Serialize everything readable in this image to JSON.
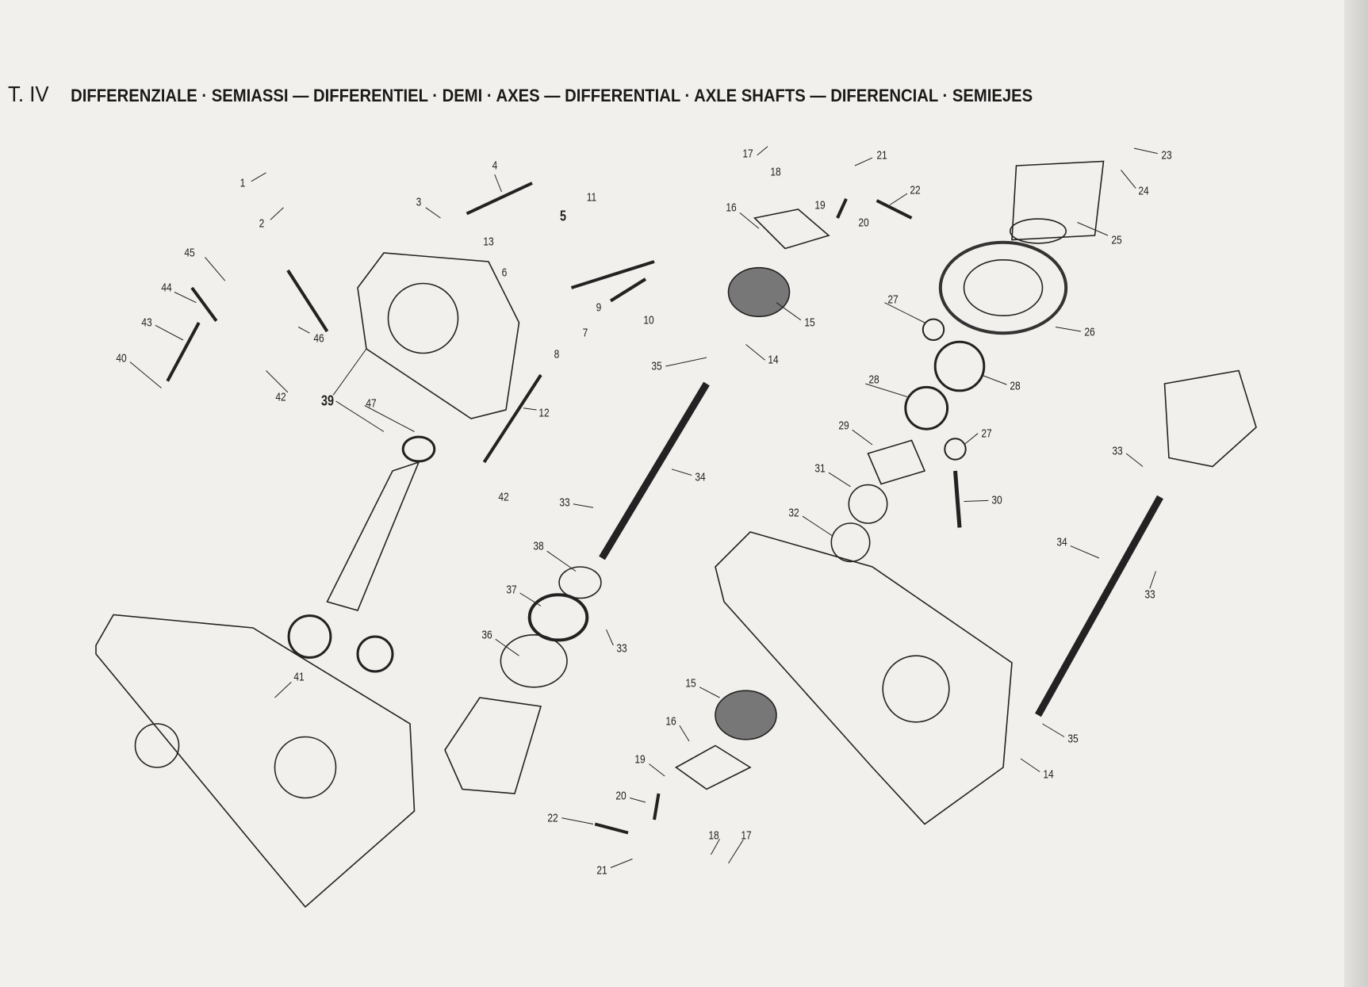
{
  "plate": "T. IV",
  "title": "DIFFERENZIALE · SEMIASSI — DIFFERENTIEL · DEMI · AXES — DIFFERENTIAL · AXLE SHAFTS — DIFERENCIAL · SEMIEJES",
  "part_labels": [
    "1",
    "2",
    "3",
    "4",
    "5",
    "11",
    "13",
    "45",
    "44",
    "43",
    "40",
    "46",
    "42",
    "39",
    "47",
    "6",
    "9",
    "7",
    "8",
    "10",
    "12",
    "42",
    "17",
    "18",
    "21",
    "16",
    "19",
    "20",
    "22",
    "15",
    "14",
    "35",
    "23",
    "24",
    "25",
    "26",
    "27",
    "28",
    "28",
    "29",
    "27",
    "31",
    "30",
    "32",
    "34",
    "33",
    "38",
    "37",
    "33",
    "36",
    "41",
    "15",
    "16",
    "19",
    "20",
    "22",
    "21",
    "18",
    "17",
    "33",
    "34",
    "33",
    "35",
    "14"
  ]
}
